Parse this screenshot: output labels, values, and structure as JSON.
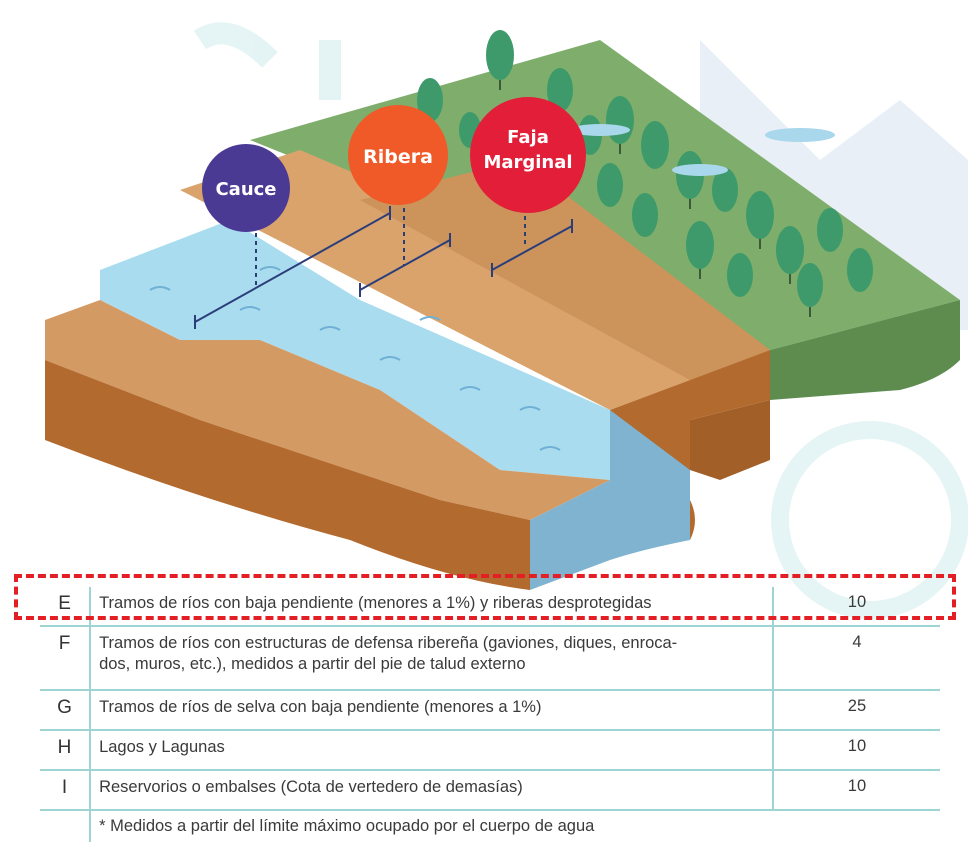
{
  "diagram": {
    "labels": {
      "cauce": "Cauce",
      "ribera": "Ribera",
      "faja_line1": "Faja",
      "faja_line2": "Marginal"
    },
    "colors": {
      "cauce": "#4a3a94",
      "ribera": "#ef5a28",
      "faja": "#e31e38",
      "water": "#a9dcef",
      "earth_top": "#d49a63",
      "earth_side": "#b26a2f",
      "grass": "#7fae6c",
      "tree": "#3e9a6a"
    }
  },
  "table": {
    "rows": [
      {
        "code": "E",
        "desc": "Tramos de ríos con baja pendiente (menores a 1%) y riberas desprotegidas",
        "value": "10"
      },
      {
        "code": "F",
        "desc": "Tramos de ríos con estructuras de defensa ribereña (gaviones, diques, enroca-",
        "desc2": "dos, muros, etc.), medidos a partir del pie de talud externo",
        "value": "4"
      },
      {
        "code": "G",
        "desc": "Tramos de ríos de selva con baja pendiente (menores a 1%)",
        "value": "25"
      },
      {
        "code": "H",
        "desc": "Lagos y Lagunas",
        "value": "10"
      },
      {
        "code": "I",
        "desc": "Reservorios o embalses (Cota de vertedero de demasías)",
        "value": "10"
      }
    ],
    "footnote": "* Medidos a partir del límite máximo ocupado por el cuerpo de agua"
  }
}
